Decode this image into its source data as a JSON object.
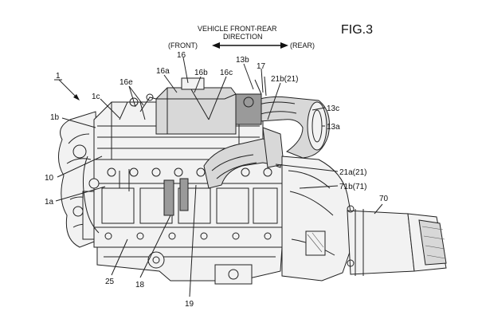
{
  "figure": {
    "title": "FIG.3",
    "direction": {
      "line1": "VEHICLE FRONT-REAR",
      "line2": "DIRECTION",
      "front": "(FRONT)",
      "rear": "(REAR)"
    },
    "labels": {
      "n1": "1",
      "n1a": "1a",
      "n1b": "1b",
      "n1c": "1c",
      "n10": "10",
      "n13a": "13a",
      "n13b": "13b",
      "n13c": "13c",
      "n16": "16",
      "n16a": "16a",
      "n16b": "16b",
      "n16c": "16c",
      "n16e": "16e",
      "n17": "17",
      "n18": "18",
      "n19": "19",
      "n21a": "21a(21)",
      "n21b": "21b(21)",
      "n25": "25",
      "n70": "70",
      "n71b": "71b(71)"
    }
  }
}
